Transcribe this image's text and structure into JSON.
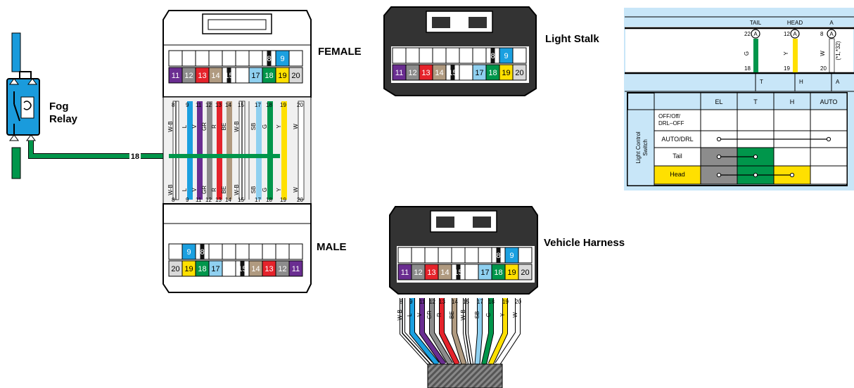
{
  "labels": {
    "fog_relay_1": "Fog",
    "fog_relay_2": "Relay",
    "female": "FEMALE",
    "male": "MALE",
    "light_stalk": "Light Stalk",
    "vehicle_harness": "Vehicle Harness",
    "fog_wire": "18"
  },
  "colors": {
    "W-B": "#ffffff",
    "L": "#1ba0e0",
    "V": "#6a2d91",
    "GR": "#8c8c8c",
    "R": "#e5232b",
    "BE": "#b09a80",
    "SB": "#8fd0f0",
    "G": "#00964b",
    "Y": "#ffe000",
    "W": "#ffffff",
    "B": "#111111",
    "grey": "#d9d9d9",
    "fog": "#00964b",
    "relay": "#1a9bdc",
    "harness_body": "#333333",
    "table_blue": "#c8e6f8"
  },
  "female_top_row": [
    "",
    "",
    "",
    "",
    "",
    "",
    "",
    "8",
    "9",
    "",
    ""
  ],
  "female_bottom_row": [
    {
      "n": "11",
      "c": "V"
    },
    {
      "n": "12",
      "c": "GR"
    },
    {
      "n": "13",
      "c": "R"
    },
    {
      "n": "14",
      "c": "BE"
    },
    {
      "n": "15",
      "c": "B"
    },
    {
      "n": "",
      "c": ""
    },
    {
      "n": "17",
      "c": "SB"
    },
    {
      "n": "18",
      "c": "G"
    },
    {
      "n": "19",
      "c": "Y"
    },
    {
      "n": "20",
      "c": "grey"
    }
  ],
  "male_bottom_row": [
    {
      "n": "20",
      "c": "grey"
    },
    {
      "n": "19",
      "c": "Y"
    },
    {
      "n": "18",
      "c": "G"
    },
    {
      "n": "17",
      "c": "SB"
    },
    {
      "n": "",
      "c": ""
    },
    {
      "n": "15",
      "c": "B"
    },
    {
      "n": "14",
      "c": "BE"
    },
    {
      "n": "13",
      "c": "R"
    },
    {
      "n": "12",
      "c": "GR"
    },
    {
      "n": "11",
      "c": "V"
    }
  ],
  "wires": [
    {
      "pin": "8",
      "code": "W-B"
    },
    {
      "pin": "9",
      "code": "L"
    },
    {
      "pin": "11",
      "code": "V"
    },
    {
      "pin": "12",
      "code": "GR"
    },
    {
      "pin": "13",
      "code": "R"
    },
    {
      "pin": "14",
      "code": "BE"
    },
    {
      "pin": "15",
      "code": "W-B"
    },
    {
      "pin": "17",
      "code": "SB"
    },
    {
      "pin": "18",
      "code": "G"
    },
    {
      "pin": "19",
      "code": "Y"
    },
    {
      "pin": "20",
      "code": "W"
    }
  ],
  "schematic": {
    "top_labels": [
      {
        "name": "TAIL",
        "pin": "22",
        "conn": "A",
        "color": "G",
        "lower_pin": "18",
        "code": "G"
      },
      {
        "name": "HEAD",
        "pin": "12",
        "conn": "A",
        "color": "Y",
        "lower_pin": "19",
        "code": "Y"
      },
      {
        "name": "A",
        "pin": "8",
        "conn": "A",
        "color": "W",
        "lower_pin": "20",
        "code": "W",
        "note": "(*1,*32)"
      }
    ],
    "bus_labels": [
      "T",
      "H",
      "A"
    ],
    "side_label": "Light Control Switch",
    "columns": [
      "EL",
      "T",
      "H",
      "AUTO"
    ],
    "rows": [
      "OFF/Off/ DRL–OFF",
      "AUTO/DRL",
      "Tail",
      "Head"
    ]
  }
}
